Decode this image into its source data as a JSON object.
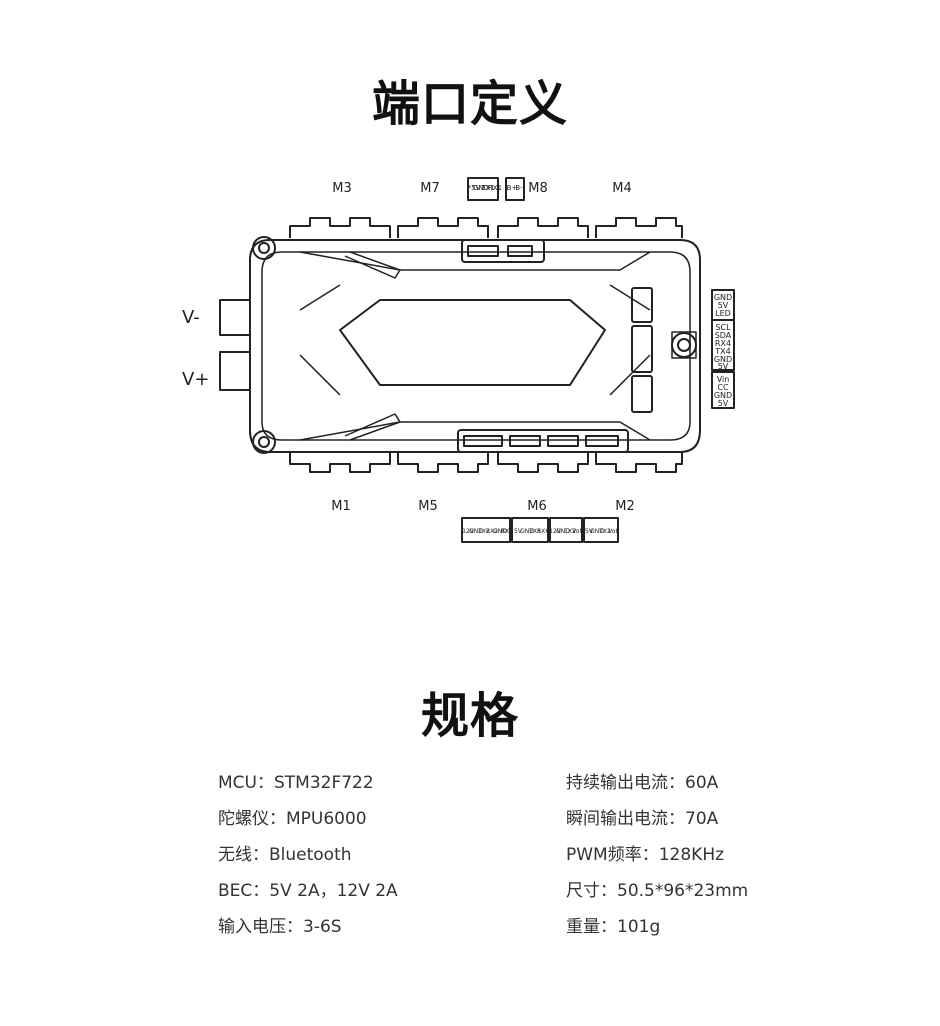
{
  "sections": {
    "ports_title": "端口定义",
    "specs_title": "规格"
  },
  "diagram": {
    "motors": [
      "M1",
      "M2",
      "M3",
      "M4",
      "M5",
      "M6",
      "M7",
      "M8"
    ],
    "power": [
      "V-",
      "V+"
    ],
    "top_pins_m8_left": [
      "*5V",
      "GND",
      "TX1",
      "RX1"
    ],
    "top_pins_m8_right": [
      "B+",
      "B-"
    ],
    "right_pins_led": [
      "GND",
      "5V",
      "LED"
    ],
    "right_pins_i2c": [
      "SCL",
      "SDA",
      "RX4",
      "TX4",
      "GND",
      "5V"
    ],
    "right_pins_vtx": [
      "Vin",
      "CC",
      "GND",
      "5V"
    ],
    "bottom_pins_1": [
      "12V",
      "GND",
      "TX2",
      "RX2",
      "GND",
      "RX1"
    ],
    "bottom_pins_2": [
      "5V",
      "GND",
      "TX6",
      "RX6"
    ],
    "bottom_pins_3": [
      "12V",
      "GND",
      "TX2",
      "Vot"
    ],
    "bottom_pins_4": [
      "5V",
      "GND",
      "TX2",
      "Vot"
    ]
  },
  "specs_left": [
    {
      "label": "MCU：",
      "value": "STM32F722"
    },
    {
      "label": "陀螺仪：",
      "value": "MPU6000"
    },
    {
      "label": "无线：",
      "value": "Bluetooth"
    },
    {
      "label": "BEC：",
      "value": "5V 2A，12V 2A"
    },
    {
      "label": "输入电压：",
      "value": "3-6S"
    }
  ],
  "specs_right": [
    {
      "label": "持续输出电流：",
      "value": "60A"
    },
    {
      "label": "瞬间输出电流：",
      "value": "70A"
    },
    {
      "label": "PWM频率：",
      "value": "128KHz"
    },
    {
      "label": "尺寸：",
      "value": "50.5*96*23mm"
    },
    {
      "label": "重量：",
      "value": "101g"
    }
  ]
}
